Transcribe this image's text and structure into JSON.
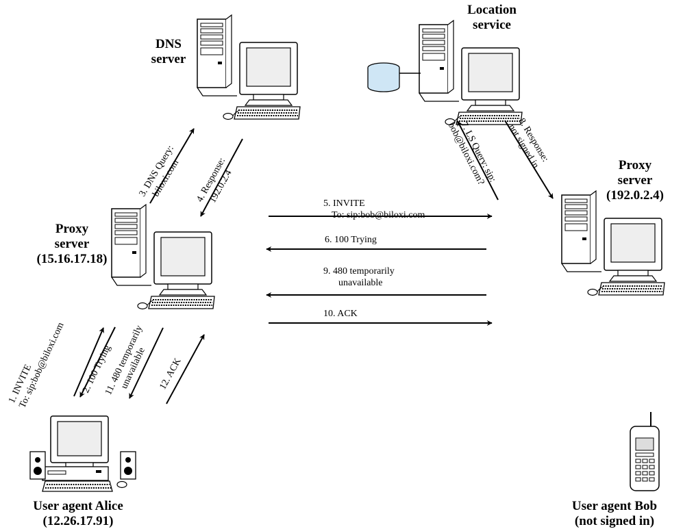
{
  "nodes": {
    "dns": {
      "line1": "DNS",
      "line2": "server"
    },
    "location": {
      "line1": "Location",
      "line2": "service"
    },
    "proxy_left": {
      "line1": "Proxy",
      "line2": "server",
      "line3": "(15.16.17.18)"
    },
    "proxy_right": {
      "line1": "Proxy",
      "line2": "server",
      "line3": "(192.0.2.4)"
    },
    "alice": {
      "line1": "User agent Alice",
      "line2": "(12.26.17.91)"
    },
    "bob": {
      "line1": "User agent Bob",
      "line2": "(not signed in)"
    }
  },
  "messages": {
    "m1": {
      "line1": "1. INVITE",
      "line2": "To: sip:bob@biloxi.com"
    },
    "m2": {
      "line1": "2. 100 Trying"
    },
    "m3": {
      "line1": "3. DNS Query:",
      "line2": "biloxi.com"
    },
    "m4": {
      "line1": "4. Response:",
      "line2": "192.0.2.4"
    },
    "m5": {
      "line1": "5. INVITE",
      "line2": "To: sip:bob@biloxi.com"
    },
    "m6": {
      "line1": "6. 100 Trying"
    },
    "m7": {
      "line1": "7. LS Query: sip:",
      "line2": "bob@biloxi.com?"
    },
    "m8": {
      "line1": "8. Response:",
      "line2": "not signed in"
    },
    "m9": {
      "line1": "9. 480 temporarily",
      "line2": "unavailable"
    },
    "m10": {
      "line1": "10. ACK"
    },
    "m11": {
      "line1": "11. 480 temporarily",
      "line2": "unavailable"
    },
    "m12": {
      "line1": "12. ACK"
    }
  }
}
